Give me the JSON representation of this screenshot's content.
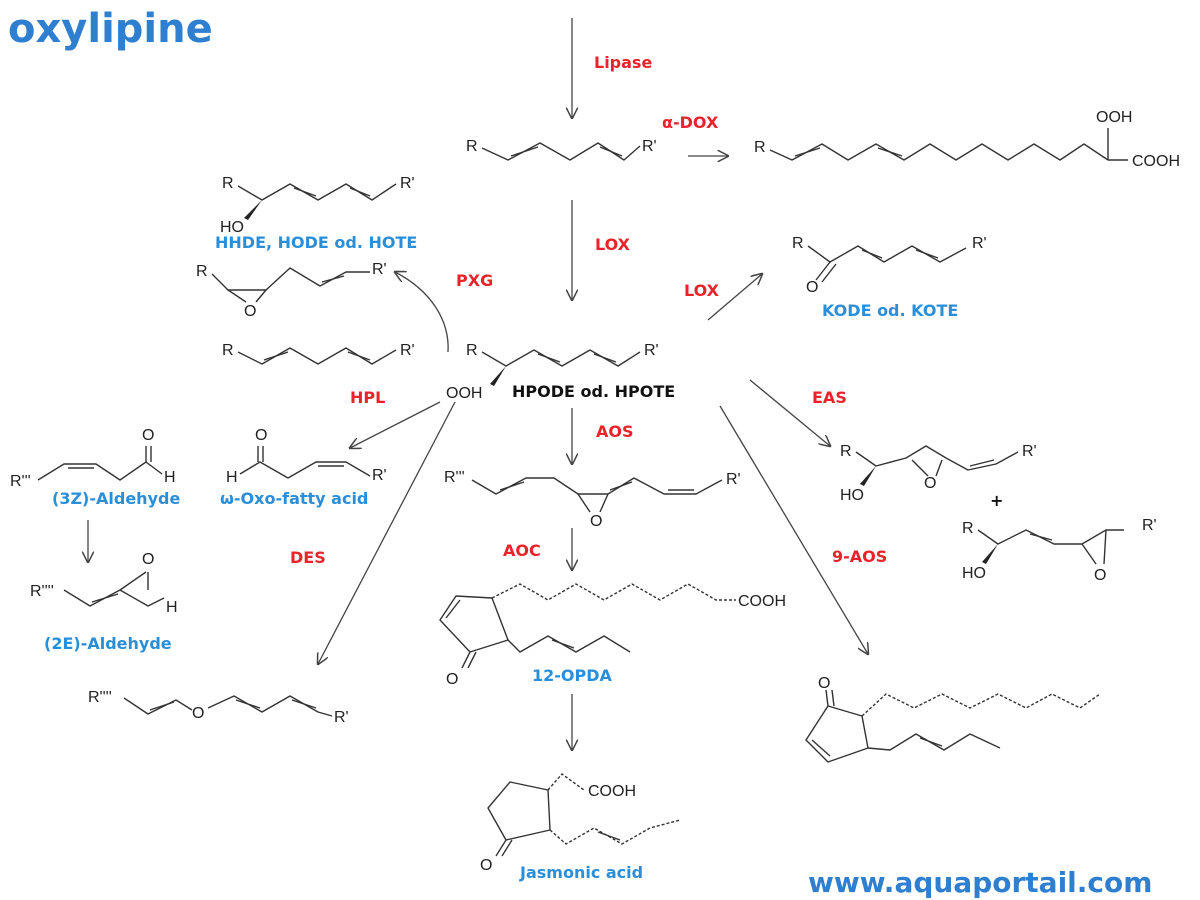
{
  "title": "oxylipine",
  "website": "www.aquaportail.com",
  "colors": {
    "enzyme": "#e8232a",
    "product": "#2a8fd8",
    "title": "#2f7fd0"
  },
  "enzymes": {
    "lipase": "Lipase",
    "alpha_dox": "α-DOX",
    "lox_main": "LOX",
    "lox_kode": "LOX",
    "pxg": "PXG",
    "hpl": "HPL",
    "aos": "AOS",
    "eas": "EAS",
    "des": "DES",
    "aoc": "AOC",
    "nine_aos": "9-AOS"
  },
  "products": {
    "hhde": "HHDE, HODE od. HOTE",
    "kode": "KODE od. KOTE",
    "hpode": "HPODE od. HPOTE",
    "aldehyde_3z": "(3Z)-Aldehyde",
    "oxo_fatty_acid": "ω-Oxo-fatty acid",
    "aldehyde_2e": "(2E)-Aldehyde",
    "opda": "12-OPDA",
    "jasmonic": "Jasmonic acid"
  },
  "atoms": {
    "r": "R",
    "r1": "R'",
    "r3": "R'''",
    "r4": "R''''",
    "ooh": "OOH",
    "cooh": "COOH",
    "ho": "HO",
    "o": "O",
    "h": "H",
    "plus": "+"
  }
}
